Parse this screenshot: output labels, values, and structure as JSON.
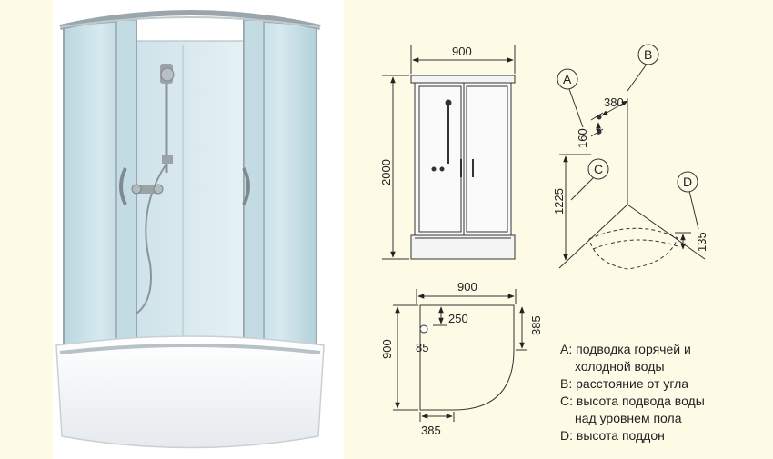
{
  "front_view": {
    "width": "900",
    "height": "2000"
  },
  "plan_view": {
    "width": "900",
    "depth": "900",
    "drain_offset_y": "250",
    "drain_diameter": "85",
    "radius_offset_x": "385",
    "radius_offset_y": "385"
  },
  "connection_view": {
    "markers": [
      "A",
      "B",
      "C",
      "D"
    ],
    "distance_from_corner": "380",
    "inlet_spacing": "160",
    "inlet_height": "1225",
    "tray_height": "135"
  },
  "legend": [
    {
      "text": "A: подводка горячей и",
      "indent": false
    },
    {
      "text": "холодной воды",
      "indent": true
    },
    {
      "text": "B: расстояние от угла",
      "indent": false
    },
    {
      "text": "C: высота подвода воды",
      "indent": false
    },
    {
      "text": "над  уровнем пола",
      "indent": true
    },
    {
      "text": "D: высота поддон",
      "indent": false
    }
  ]
}
